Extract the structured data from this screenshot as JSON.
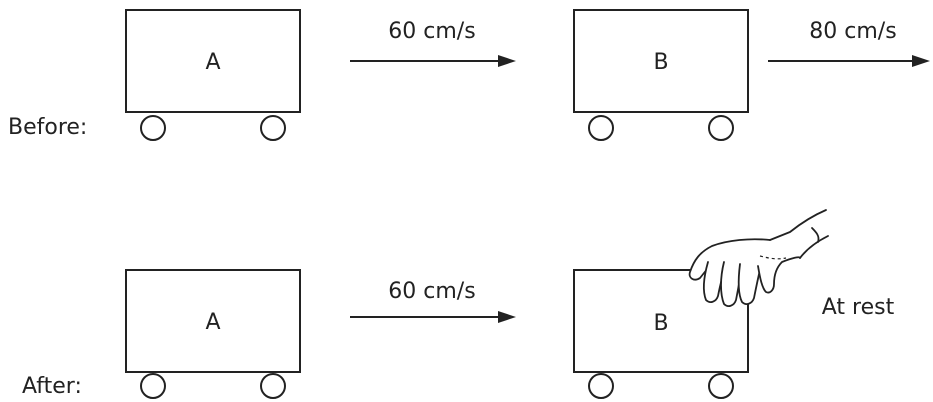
{
  "before": {
    "row_label": "Before:",
    "cart_a": {
      "label": "A"
    },
    "arrow_a": {
      "label": "60 cm/s"
    },
    "cart_b": {
      "label": "B"
    },
    "arrow_b": {
      "label": "80 cm/s"
    }
  },
  "after": {
    "row_label": "After:",
    "cart_a": {
      "label": "A"
    },
    "arrow_a": {
      "label": "60 cm/s"
    },
    "cart_b": {
      "label": "B"
    },
    "state_label": "At rest"
  }
}
